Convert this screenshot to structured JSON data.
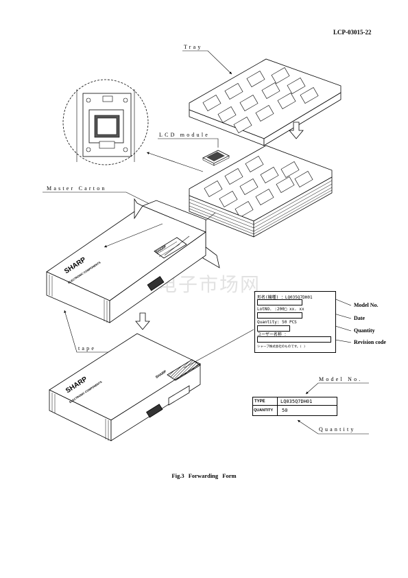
{
  "document": {
    "id": "LCP-03015-22",
    "caption": "Fig.3    Forwarding   Form",
    "watermark": "维库电子市场网"
  },
  "diagram": {
    "labels": {
      "tray": "Tray",
      "lcd_module": "LCD module",
      "master_carton": "Master Carton",
      "tape": "tape",
      "model_no_lower": "Model No.",
      "quantity_lower": "Quantity"
    },
    "carton_label": {
      "model_field": "形名(機種) ：LQ035Q7DH01",
      "lot_field": "LotNO.  :200□ xx. xx",
      "quantity_field": "Quantity:  50   PCS",
      "user_field": "ユーザー名称 ：",
      "footer": "シャープ株式会社のものです。(          )"
    },
    "carton_callouts": {
      "model_no": "Model No.",
      "date": "Date",
      "quantity": "Quantity",
      "revision_code": "Revision code"
    },
    "type_label": {
      "type_header": "TYPE",
      "type_value": "LQ035Q7DH01",
      "quantity_header": "QUANTITY",
      "quantity_value": "50"
    },
    "carton_print": {
      "brand": "SHARP",
      "sub": "ELECTRONIC COMPONENTS",
      "seal": "SHARP"
    }
  }
}
